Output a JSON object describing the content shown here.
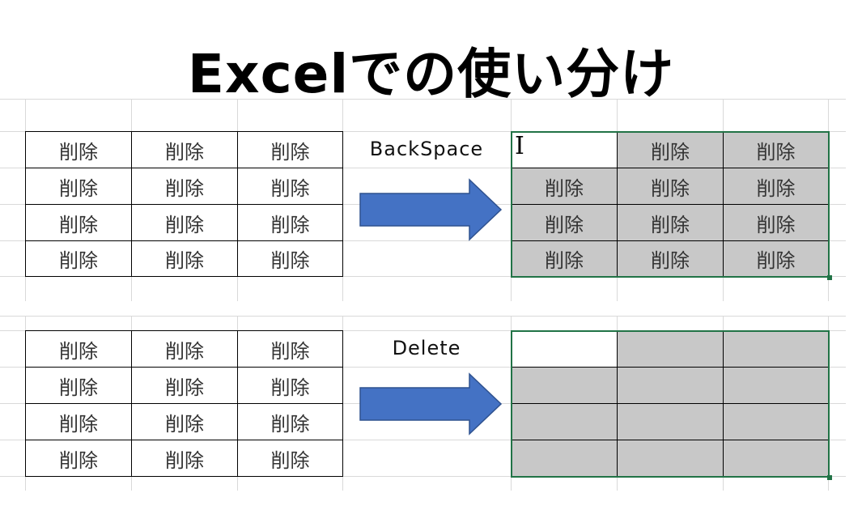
{
  "title": "Excelでの使い分け",
  "cell_text": "削除",
  "sections": [
    {
      "key_label": "BackSpace",
      "source": [
        [
          "削除",
          "削除",
          "削除"
        ],
        [
          "削除",
          "削除",
          "削除"
        ],
        [
          "削除",
          "削除",
          "削除"
        ],
        [
          "削除",
          "削除",
          "削除"
        ]
      ],
      "result": [
        [
          "",
          "削除",
          "削除"
        ],
        [
          "削除",
          "削除",
          "削除"
        ],
        [
          "削除",
          "削除",
          "削除"
        ],
        [
          "削除",
          "削除",
          "削除"
        ]
      ],
      "cursor": "I"
    },
    {
      "key_label": "Delete",
      "source": [
        [
          "削除",
          "削除",
          "削除"
        ],
        [
          "削除",
          "削除",
          "削除"
        ],
        [
          "削除",
          "削除",
          "削除"
        ],
        [
          "削除",
          "削除",
          "削除"
        ]
      ],
      "result": [
        [
          "",
          "",
          ""
        ],
        [
          "",
          "",
          ""
        ],
        [
          "",
          "",
          ""
        ],
        [
          "",
          "",
          ""
        ]
      ]
    }
  ],
  "colors": {
    "arrow": "#4472C4",
    "selection": "#217346",
    "cell_gray": "#C8C8C8",
    "gridline": "#D9D9D9"
  }
}
